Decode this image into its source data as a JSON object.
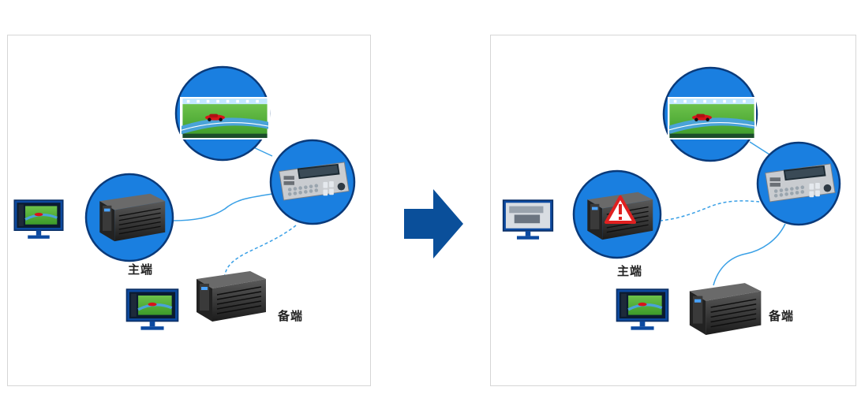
{
  "colors": {
    "circle_fill": "#1a7fe0",
    "circle_border": "#0a3a7a",
    "link_line": "#3aa0e6",
    "arrow": "#0a4f9a",
    "warning": "#e02020"
  },
  "left_panel": {
    "primary_label": "主端",
    "backup_label": "备端"
  },
  "right_panel": {
    "primary_label": "主端",
    "backup_label": "备端"
  },
  "icons": [
    "monitor-icon",
    "server-icon",
    "controller-icon",
    "race-car-screen-icon",
    "warning-icon",
    "arrow-right-icon"
  ]
}
